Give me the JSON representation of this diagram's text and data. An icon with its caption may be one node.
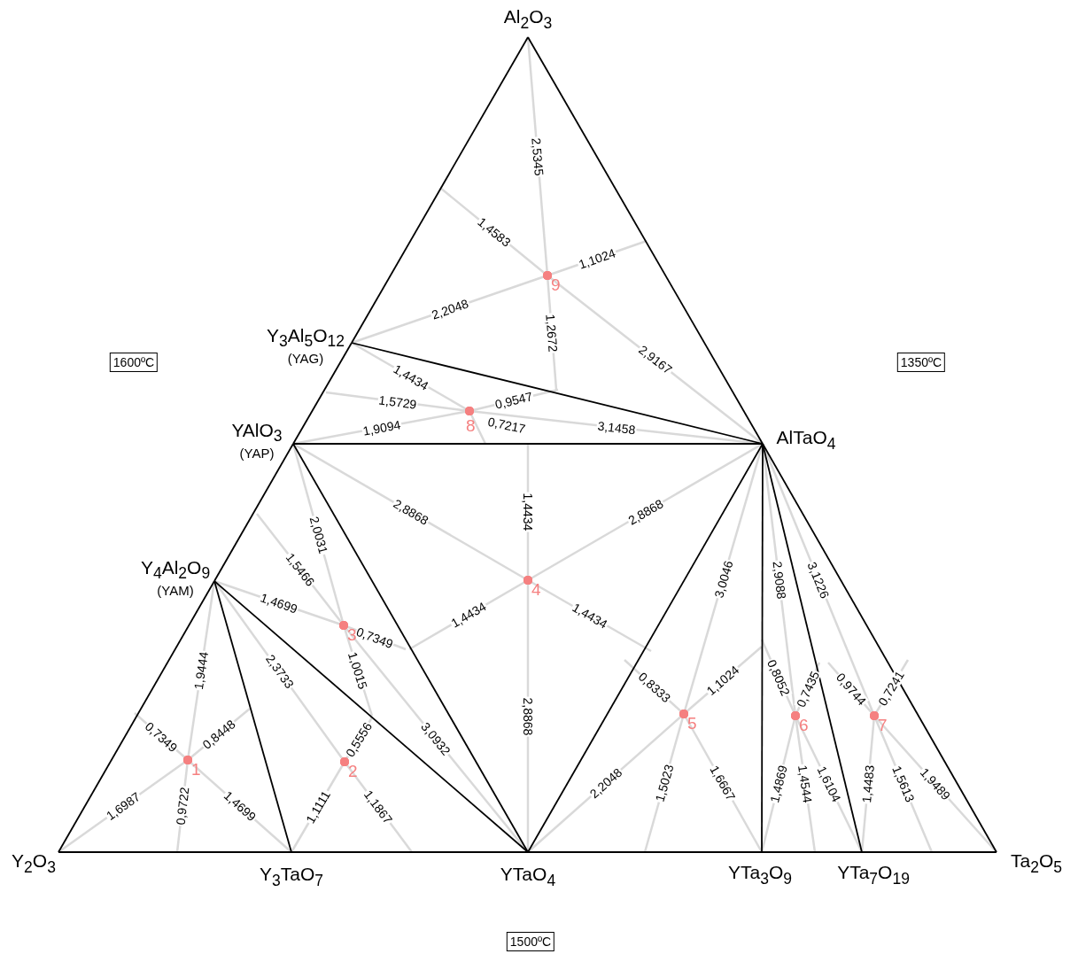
{
  "diagram": {
    "nodes": [
      {
        "text": [
          "Al$_{2}$O$_{3}$"
        ]
      },
      {
        "text": [
          "Y$_{3}$Al$_{5}$O$_{12}$",
          "(YAG)"
        ]
      },
      {
        "text": [
          "YAlO$_{3}$",
          "(YAP)"
        ]
      },
      {
        "text": [
          "AlTaO$_{4}$"
        ]
      },
      {
        "text": [
          "Y$_{4}$Al$_{2}$O$_{9}$",
          "(YAM)"
        ]
      },
      {
        "text": [
          "Y$_{2}$O$_{3}$"
        ]
      },
      {
        "text": [
          "Y$_{3}$TaO$_{7}$"
        ]
      },
      {
        "text": [
          "YTaO$_{4}$"
        ]
      },
      {
        "text": [
          "YTa$_{3}$O$_{9}$"
        ]
      },
      {
        "text": [
          "YTa$_{7}$O$_{19}$"
        ]
      },
      {
        "text": [
          "Ta$_{2}$O$_{5}$"
        ]
      },
      {
        "text": [
          "1"
        ]
      },
      {
        "text": [
          "2"
        ]
      },
      {
        "text": [
          "3"
        ]
      },
      {
        "text": [
          "4"
        ]
      },
      {
        "text": [
          "5"
        ]
      },
      {
        "text": [
          "6"
        ]
      },
      {
        "text": [
          "7"
        ]
      },
      {
        "text": [
          "8"
        ]
      },
      {
        "text": [
          "9"
        ]
      }
    ],
    "edges": [
      {
        "from": 0,
        "to": 1,
        "arrow": "none",
        "color": "#000000"
      },
      {
        "from": 1,
        "to": 2,
        "arrow": "none",
        "color": "#000000"
      },
      {
        "from": 2,
        "to": 4,
        "arrow": "none",
        "color": "#000000"
      },
      {
        "from": 4,
        "to": 5,
        "arrow": "none",
        "color": "#000000"
      },
      {
        "from": 5,
        "to": 6,
        "arrow": "none",
        "color": "#000000"
      },
      {
        "from": 6,
        "to": 7,
        "arrow": "none",
        "color": "#000000"
      },
      {
        "from": 7,
        "to": 8,
        "arrow": "none",
        "color": "#000000"
      },
      {
        "from": 8,
        "to": 9,
        "arrow": "none",
        "color": "#000000"
      },
      {
        "from": 9,
        "to": 10,
        "arrow": "none",
        "color": "#000000"
      },
      {
        "from": 10,
        "to": 3,
        "arrow": "none",
        "color": "#000000"
      },
      {
        "from": 3,
        "to": 0,
        "arrow": "none",
        "color": "#000000"
      },
      {
        "from": 1,
        "to": 3,
        "arrow": "none",
        "color": "#000000"
      },
      {
        "from": 2,
        "to": 3,
        "arrow": "none",
        "color": "#000000"
      },
      {
        "from": 2,
        "to": 7,
        "arrow": "none",
        "color": "#000000"
      },
      {
        "from": 4,
        "to": 6,
        "arrow": "none",
        "color": "#000000"
      },
      {
        "from": 4,
        "to": 7,
        "arrow": "none",
        "color": "#000000"
      },
      {
        "from": 7,
        "to": 3,
        "arrow": "none",
        "color": "#000000"
      },
      {
        "from": 8,
        "to": 3,
        "arrow": "none",
        "color": "#000000"
      },
      {
        "from": 9,
        "to": 3,
        "arrow": "none",
        "color": "#000000"
      },
      {
        "from": 19,
        "to": 0,
        "arrow": "none",
        "label": "2,5345"
      },
      {
        "from": 19,
        "to": 1,
        "arrow": "none",
        "label": "2,2048"
      },
      {
        "from": 19,
        "to": 3,
        "arrow": "none",
        "label": "2,9167"
      },
      {
        "from": 19,
        "to": null,
        "arrow": "none",
        "label": "1,4583"
      },
      {
        "from": 19,
        "to": null,
        "arrow": "none",
        "label": "1,1024"
      },
      {
        "from": 19,
        "to": null,
        "arrow": "none",
        "label": "1,2672"
      },
      {
        "from": 18,
        "to": 1,
        "arrow": "none",
        "label": "1,4434"
      },
      {
        "from": 18,
        "to": 2,
        "arrow": "none",
        "label": "1,9094"
      },
      {
        "from": 18,
        "to": 3,
        "arrow": "none",
        "label": "3,1458"
      },
      {
        "from": 18,
        "to": null,
        "arrow": "none",
        "label": "1,5729"
      },
      {
        "from": 18,
        "to": null,
        "arrow": "none",
        "label": "0,9547"
      },
      {
        "from": 18,
        "to": null,
        "arrow": "none",
        "label": "0,7217"
      },
      {
        "from": 14,
        "to": null,
        "arrow": "none",
        "label": "1,4434"
      },
      {
        "from": 14,
        "to": 2,
        "arrow": "none",
        "label": "2,8868"
      },
      {
        "from": 14,
        "to": 3,
        "arrow": "none",
        "label": "2,8868"
      },
      {
        "from": 14,
        "to": 7,
        "arrow": "none",
        "label": "2,8868"
      },
      {
        "from": 14,
        "to": null,
        "arrow": "none",
        "label": "1,4434"
      },
      {
        "from": 14,
        "to": null,
        "arrow": "none",
        "label": "1,4434"
      },
      {
        "from": 13,
        "to": 2,
        "arrow": "none",
        "label": "2,0031"
      },
      {
        "from": 13,
        "to": 4,
        "arrow": "none",
        "label": "1,4699"
      },
      {
        "from": 13,
        "to": 7,
        "arrow": "none",
        "label": "3,0932"
      },
      {
        "from": 13,
        "to": null,
        "arrow": "none",
        "label": "1,5466"
      },
      {
        "from": 13,
        "to": null,
        "arrow": "none",
        "label": "0,7349"
      },
      {
        "from": 13,
        "to": null,
        "arrow": "none",
        "label": "1,0015"
      },
      {
        "from": 12,
        "to": 4,
        "arrow": "none",
        "label": "2,3733"
      },
      {
        "from": 12,
        "to": 6,
        "arrow": "none",
        "label": "1,1111"
      },
      {
        "from": 12,
        "to": null,
        "arrow": "none",
        "label": "1,1867"
      },
      {
        "from": 12,
        "to": null,
        "arrow": "none",
        "label": "0,5556"
      },
      {
        "from": 11,
        "to": 4,
        "arrow": "none",
        "label": "1,9444"
      },
      {
        "from": 11,
        "to": 5,
        "arrow": "none",
        "label": "1,6987"
      },
      {
        "from": 11,
        "to": 6,
        "arrow": "none",
        "label": "1,4699"
      },
      {
        "from": 11,
        "to": null,
        "arrow": "none",
        "label": "0,7349"
      },
      {
        "from": 11,
        "to": null,
        "arrow": "none",
        "label": "0,8448"
      },
      {
        "from": 11,
        "to": null,
        "arrow": "none",
        "label": "0,9722"
      },
      {
        "from": 15,
        "to": 3,
        "arrow": "none",
        "label": "3,0046"
      },
      {
        "from": 15,
        "to": 7,
        "arrow": "none",
        "label": "2,2048"
      },
      {
        "from": 15,
        "to": 8,
        "arrow": "none",
        "label": "1,6667"
      },
      {
        "from": 15,
        "to": null,
        "arrow": "none",
        "label": "0,8333"
      },
      {
        "from": 15,
        "to": null,
        "arrow": "none",
        "label": "1,1024"
      },
      {
        "from": 15,
        "to": null,
        "arrow": "none",
        "label": "1,5023"
      },
      {
        "from": 16,
        "to": 3,
        "arrow": "none",
        "label": "2,9088"
      },
      {
        "from": 16,
        "to": 8,
        "arrow": "none",
        "label": "1,4869"
      },
      {
        "from": 16,
        "to": 9,
        "arrow": "none",
        "label": "1,6104"
      },
      {
        "from": 16,
        "to": null,
        "arrow": "none",
        "label": "0,8052"
      },
      {
        "from": 16,
        "to": null,
        "arrow": "none",
        "label": "0,7435"
      },
      {
        "from": 16,
        "to": null,
        "arrow": "none",
        "label": "1,4544"
      },
      {
        "from": 17,
        "to": 3,
        "arrow": "none",
        "label": "3,1226"
      },
      {
        "from": 17,
        "to": 9,
        "arrow": "none",
        "label": "1,4483"
      },
      {
        "from": 17,
        "to": 10,
        "arrow": "none",
        "label": "1,9489"
      },
      {
        "from": 17,
        "to": null,
        "arrow": "none",
        "label": "0,9744"
      },
      {
        "from": 17,
        "to": null,
        "arrow": "none",
        "label": "0,7241"
      },
      {
        "from": 17,
        "to": null,
        "arrow": "none",
        "label": "1,5613"
      }
    ],
    "labels": [
      "1600ºC",
      "1350ºC",
      "1500ºC"
    ]
  }
}
